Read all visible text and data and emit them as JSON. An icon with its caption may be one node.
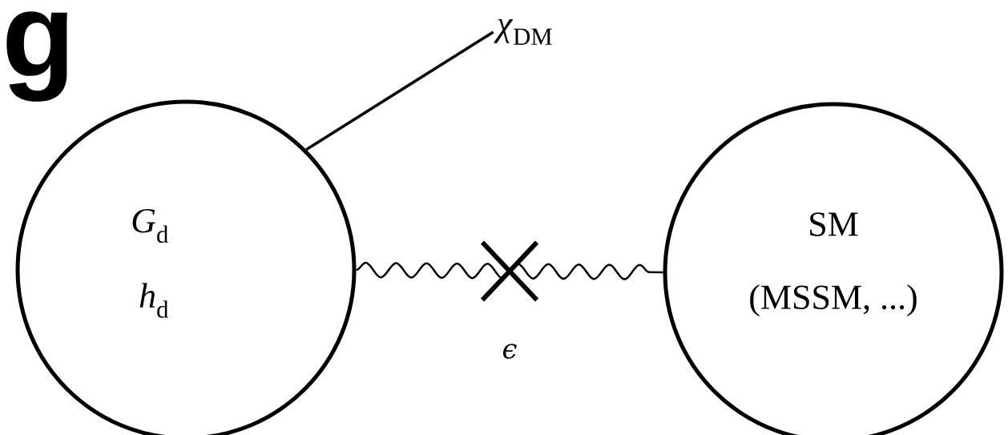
{
  "diagram": {
    "nodes": [
      {
        "text": [
          "*G*$_{d}$",
          "*h*$_{d}$"
        ]
      },
      {
        "text": [
          "SM",
          "(MSSM, ...)"
        ]
      },
      {
        "text": [
          "*χ*$_{DM}$"
        ]
      }
    ],
    "edges": [
      {
        "from": 0,
        "to": 2,
        "arrow": "none"
      },
      {
        "from": 0,
        "to": 1,
        "arrow": "none",
        "label": "ϵ"
      }
    ],
    "labels": [
      "g"
    ]
  }
}
